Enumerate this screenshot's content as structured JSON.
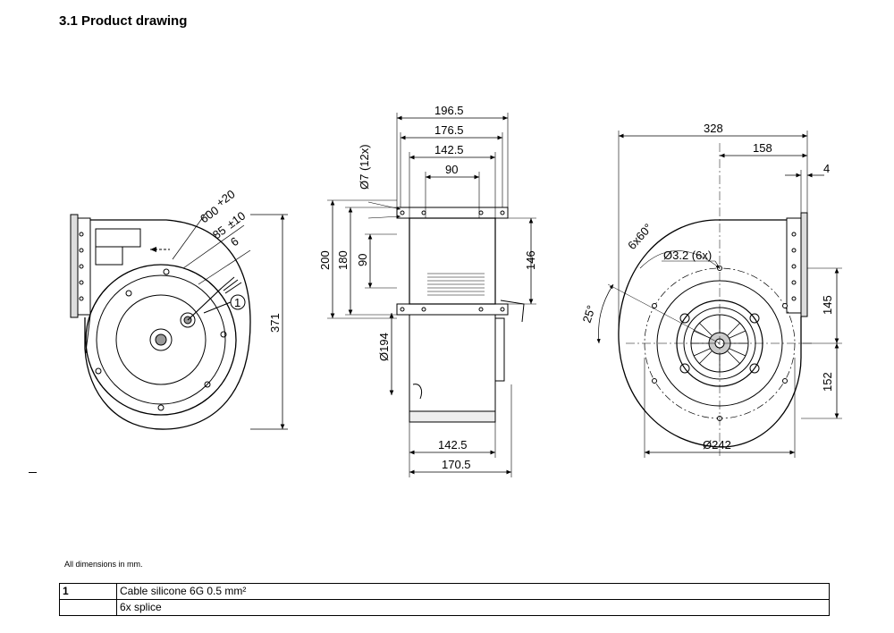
{
  "heading": "3.1 Product drawing",
  "dimensions": {
    "left_view": {
      "d600": "600",
      "d600_tol": "+20",
      "d85": "85",
      "d85_tol": "±10",
      "d6": "6",
      "callout": "1",
      "d371": "371"
    },
    "middle_view": {
      "d196_5": "196.5",
      "d176_5": "176.5",
      "d142_5_top": "142.5",
      "d90_top": "90",
      "d7": "Ø7 (12x)",
      "d200": "200",
      "d180": "180",
      "d90_left": "90",
      "d146": "146",
      "d194": "Ø194",
      "d142_5_bottom": "142.5",
      "d170_5": "170.5"
    },
    "right_view": {
      "d328": "328",
      "d158": "158",
      "d4": "4",
      "d6x60": "6x60°",
      "d3_2": "Ø3.2 (6x)",
      "d25": "25°",
      "d145": "145",
      "d152": "152",
      "d242": "Ø242"
    }
  },
  "note": "All dimensions in mm.",
  "legend": [
    {
      "num": "1",
      "text": "Cable silicone 6G 0.5 mm²"
    },
    {
      "num": "",
      "text": "6x splice"
    }
  ]
}
